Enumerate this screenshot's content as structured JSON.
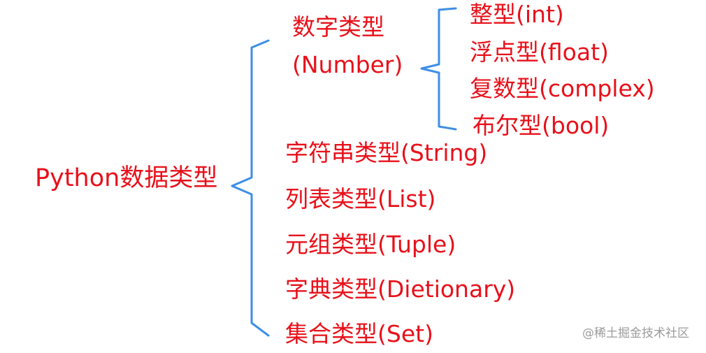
{
  "root": {
    "label": "Python数据类型"
  },
  "number_group": {
    "label_line1": "数字类型",
    "label_line2": "(Number)",
    "children": [
      "整型(int)",
      "浮点型(float)",
      "复数型(complex)",
      "布尔型(bool)"
    ]
  },
  "other_types": [
    "字符串类型(String)",
    "列表类型(List)",
    "元组类型(Tuple)",
    "字典类型(Dietionary)",
    "集合类型(Set)"
  ],
  "watermark": "@稀土掘金技术社区",
  "colors": {
    "text": "#e8101a",
    "bracket": "#3d8ee6",
    "watermark": "#9a9a9a"
  }
}
